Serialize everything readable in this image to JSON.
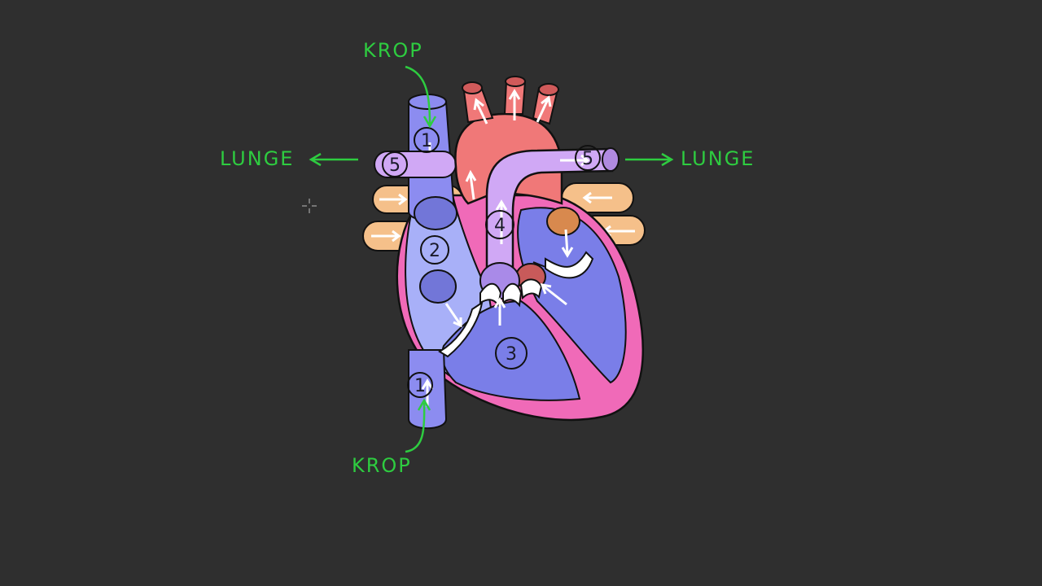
{
  "labels": {
    "body_top": "KROP",
    "body_bottom": "KROP",
    "lung_left": "LUNGE",
    "lung_right": "LUNGE"
  },
  "markers": {
    "m1_top": "1",
    "m1_bottom": "1",
    "m2": "2",
    "m3": "3",
    "m4": "4",
    "m5_left": "5",
    "m5_right": "5"
  },
  "colors": {
    "background": "#2f2f2f",
    "annotation": "#2ecc40",
    "deoxygenated": "#8c8cf0",
    "oxygenated": "#f07878",
    "pulmonary": "#d0a8f5",
    "pulmonary_vein": "#f5c08a",
    "myocardium": "#f06ab8"
  }
}
